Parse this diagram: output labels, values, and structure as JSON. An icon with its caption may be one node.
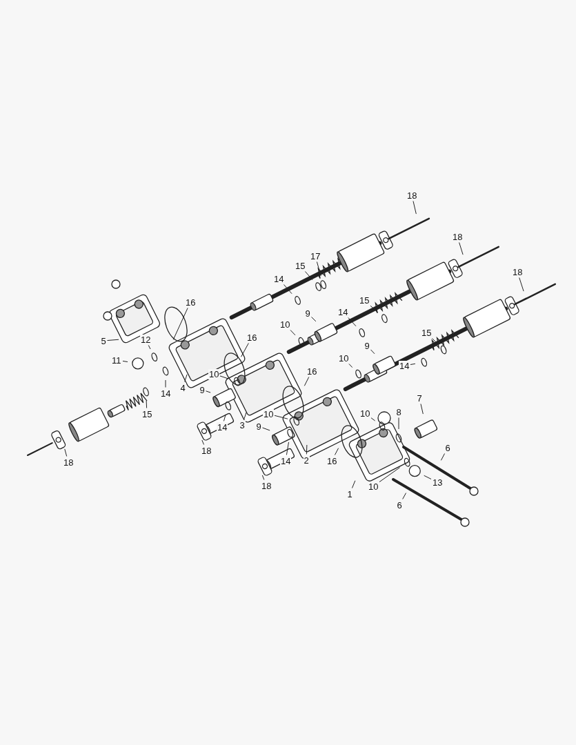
{
  "diagram": {
    "nodes": [
      {
        "text": [
          "18"
        ]
      },
      {
        "text": [
          "18"
        ]
      },
      {
        "text": [
          "18"
        ]
      },
      {
        "text": [
          "17"
        ]
      },
      {
        "text": [
          "15"
        ]
      },
      {
        "text": [
          "14"
        ]
      },
      {
        "text": [
          "16"
        ]
      },
      {
        "text": [
          "15"
        ]
      },
      {
        "text": [
          "14"
        ]
      },
      {
        "text": [
          "9"
        ]
      },
      {
        "text": [
          "10"
        ]
      },
      {
        "text": [
          "15"
        ]
      },
      {
        "text": [
          "5"
        ]
      },
      {
        "text": [
          "16"
        ]
      },
      {
        "text": [
          "12"
        ]
      },
      {
        "text": [
          "9"
        ]
      },
      {
        "text": [
          "11"
        ]
      },
      {
        "text": [
          "10"
        ]
      },
      {
        "text": [
          "14"
        ]
      },
      {
        "text": [
          "10"
        ]
      },
      {
        "text": [
          "16"
        ]
      },
      {
        "text": [
          "14"
        ]
      },
      {
        "text": [
          "4"
        ]
      },
      {
        "text": [
          "9"
        ]
      },
      {
        "text": [
          "7"
        ]
      },
      {
        "text": [
          "15"
        ]
      },
      {
        "text": [
          "10"
        ]
      },
      {
        "text": [
          "8"
        ]
      },
      {
        "text": [
          "10"
        ]
      },
      {
        "text": [
          "14"
        ]
      },
      {
        "text": [
          "3"
        ]
      },
      {
        "text": [
          "9"
        ]
      },
      {
        "text": [
          "6"
        ]
      },
      {
        "text": [
          "18"
        ]
      },
      {
        "text": [
          "14"
        ]
      },
      {
        "text": [
          "2"
        ]
      },
      {
        "text": [
          "16"
        ]
      },
      {
        "text": [
          "18"
        ]
      },
      {
        "text": [
          "13"
        ]
      },
      {
        "text": [
          "10"
        ]
      },
      {
        "text": [
          "1"
        ]
      },
      {
        "text": [
          "18"
        ]
      },
      {
        "text": [
          "6"
        ]
      }
    ],
    "edges": [
      {
        "from": 0,
        "to": null,
        "arrow": "none"
      },
      {
        "from": 1,
        "to": null,
        "arrow": "none"
      },
      {
        "from": 2,
        "to": null,
        "arrow": "none"
      },
      {
        "from": 3,
        "to": null,
        "arrow": "none"
      },
      {
        "from": 4,
        "to": null,
        "arrow": "none"
      },
      {
        "from": 5,
        "to": null,
        "arrow": "none"
      },
      {
        "from": 6,
        "to": null,
        "arrow": "none"
      },
      {
        "from": 7,
        "to": null,
        "arrow": "none"
      },
      {
        "from": 8,
        "to": null,
        "arrow": "none"
      },
      {
        "from": 9,
        "to": null,
        "arrow": "none"
      },
      {
        "from": 10,
        "to": null,
        "arrow": "none"
      },
      {
        "from": 11,
        "to": null,
        "arrow": "none"
      },
      {
        "from": 12,
        "to": null,
        "arrow": "none"
      },
      {
        "from": 13,
        "to": null,
        "arrow": "none"
      },
      {
        "from": 14,
        "to": null,
        "arrow": "none"
      },
      {
        "from": 15,
        "to": null,
        "arrow": "none"
      },
      {
        "from": 16,
        "to": null,
        "arrow": "none"
      },
      {
        "from": 17,
        "to": null,
        "arrow": "none"
      },
      {
        "from": 18,
        "to": null,
        "arrow": "none"
      },
      {
        "from": 19,
        "to": null,
        "arrow": "none"
      },
      {
        "from": 20,
        "to": null,
        "arrow": "none"
      },
      {
        "from": 21,
        "to": null,
        "arrow": "none"
      },
      {
        "from": 22,
        "to": null,
        "arrow": "none"
      },
      {
        "from": 23,
        "to": null,
        "arrow": "none"
      },
      {
        "from": 24,
        "to": null,
        "arrow": "none"
      },
      {
        "from": 25,
        "to": null,
        "arrow": "none"
      },
      {
        "from": 26,
        "to": null,
        "arrow": "none"
      },
      {
        "from": 27,
        "to": null,
        "arrow": "none"
      },
      {
        "from": 28,
        "to": null,
        "arrow": "none"
      },
      {
        "from": 29,
        "to": null,
        "arrow": "none"
      },
      {
        "from": 30,
        "to": null,
        "arrow": "none"
      },
      {
        "from": 31,
        "to": null,
        "arrow": "none"
      },
      {
        "from": 32,
        "to": null,
        "arrow": "none"
      },
      {
        "from": 33,
        "to": null,
        "arrow": "none"
      },
      {
        "from": 34,
        "to": null,
        "arrow": "none"
      },
      {
        "from": 35,
        "to": null,
        "arrow": "none"
      },
      {
        "from": 36,
        "to": null,
        "arrow": "none"
      },
      {
        "from": 37,
        "to": null,
        "arrow": "none"
      },
      {
        "from": 38,
        "to": null,
        "arrow": "none"
      },
      {
        "from": 39,
        "to": null,
        "arrow": "none"
      },
      {
        "from": 40,
        "to": null,
        "arrow": "none"
      },
      {
        "from": 41,
        "to": null,
        "arrow": "none"
      },
      {
        "from": 42,
        "to": null,
        "arrow": "none"
      }
    ]
  }
}
